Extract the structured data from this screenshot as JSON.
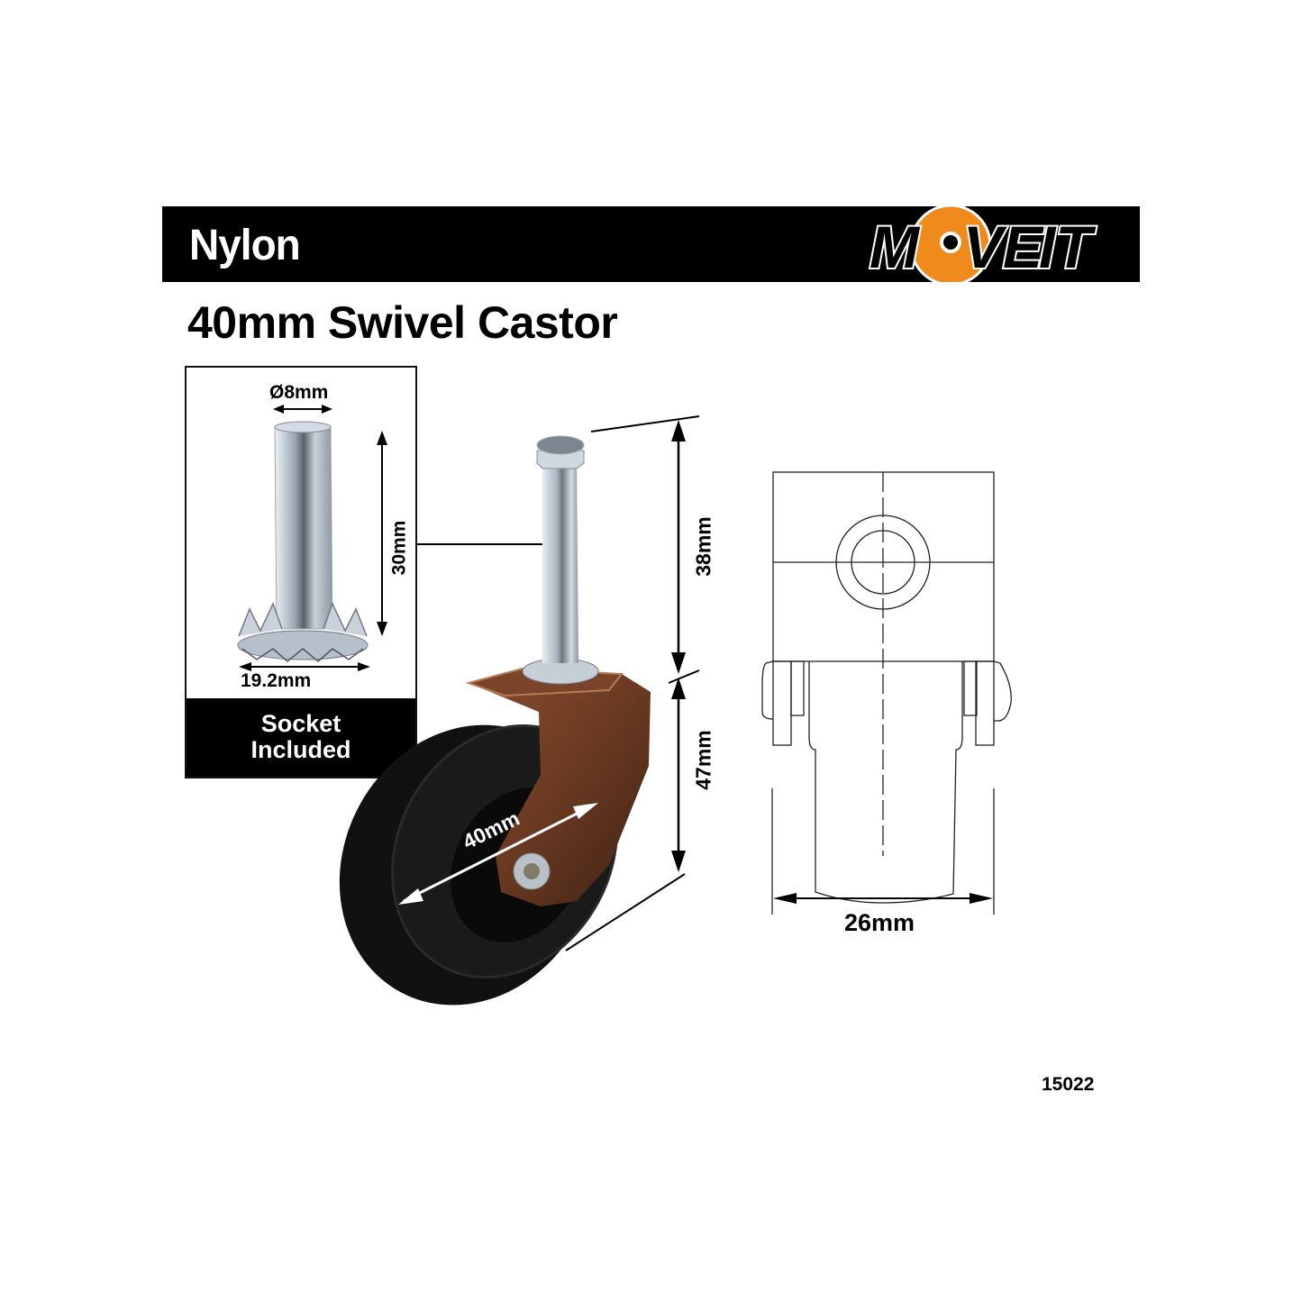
{
  "header": {
    "material": "Nylon",
    "brand": {
      "part1": "M",
      "part2": "VE",
      "part3": "IT",
      "accent": "#f08a1c"
    }
  },
  "product": {
    "title": "40mm Swivel Castor",
    "code": "15022"
  },
  "socket": {
    "diameter_label": "Ø8mm",
    "height_label": "30mm",
    "base_width_label": "19.2mm",
    "footer_line1": "Socket",
    "footer_line2": "Included"
  },
  "dimensions": {
    "stem_height": "38mm",
    "body_height": "47mm",
    "wheel_diameter": "40mm",
    "wheel_width": "26mm"
  },
  "colors": {
    "bar": "#000000",
    "bracket": "#6b3a22",
    "wheel": "#0c0c0c",
    "metal": "#b9c3cc"
  }
}
